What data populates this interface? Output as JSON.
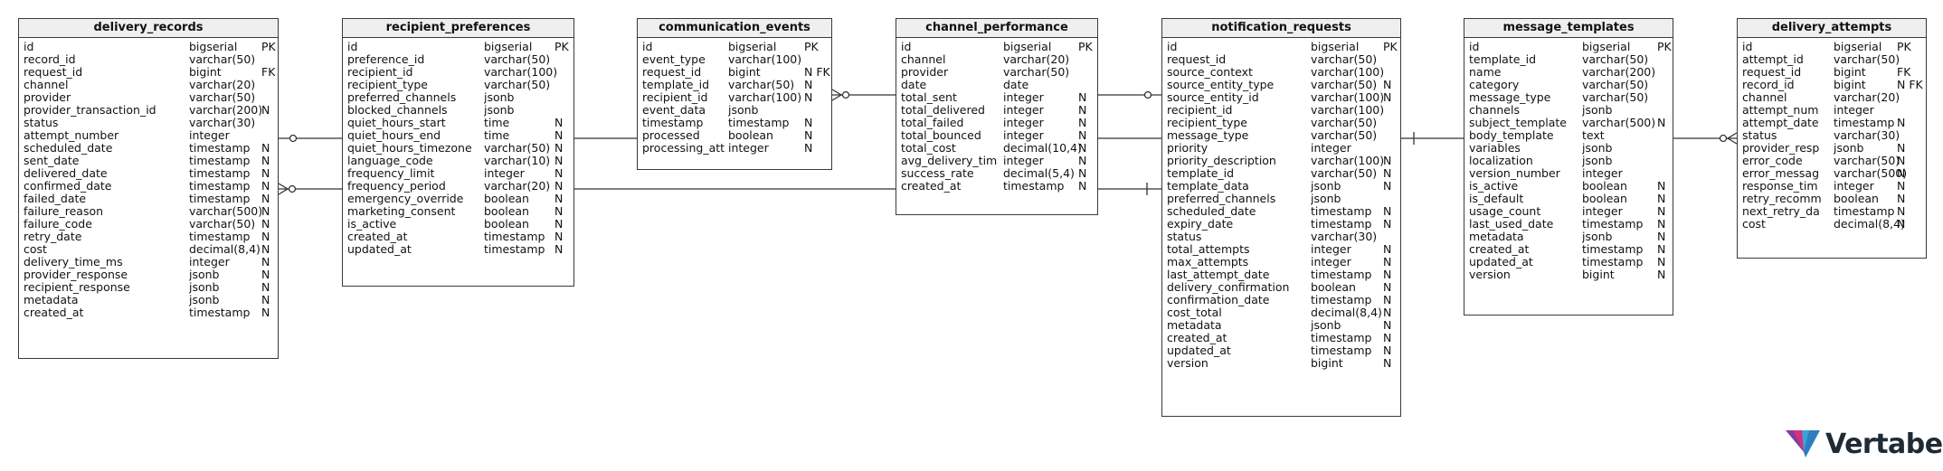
{
  "diagram": {
    "brand": "Vertabelo",
    "tables": [
      {
        "name": "delivery_records",
        "columns": [
          {
            "name": "id",
            "type": "bigserial",
            "flag": "PK"
          },
          {
            "name": "record_id",
            "type": "varchar(50)",
            "flag": ""
          },
          {
            "name": "request_id",
            "type": "bigint",
            "flag": "FK"
          },
          {
            "name": "channel",
            "type": "varchar(20)",
            "flag": ""
          },
          {
            "name": "provider",
            "type": "varchar(50)",
            "flag": ""
          },
          {
            "name": "provider_transaction_id",
            "type": "varchar(200)",
            "flag": "N"
          },
          {
            "name": "status",
            "type": "varchar(30)",
            "flag": ""
          },
          {
            "name": "attempt_number",
            "type": "integer",
            "flag": ""
          },
          {
            "name": "scheduled_date",
            "type": "timestamp",
            "flag": "N"
          },
          {
            "name": "sent_date",
            "type": "timestamp",
            "flag": "N"
          },
          {
            "name": "delivered_date",
            "type": "timestamp",
            "flag": "N"
          },
          {
            "name": "confirmed_date",
            "type": "timestamp",
            "flag": "N"
          },
          {
            "name": "failed_date",
            "type": "timestamp",
            "flag": "N"
          },
          {
            "name": "failure_reason",
            "type": "varchar(500)",
            "flag": "N"
          },
          {
            "name": "failure_code",
            "type": "varchar(50)",
            "flag": "N"
          },
          {
            "name": "retry_date",
            "type": "timestamp",
            "flag": "N"
          },
          {
            "name": "cost",
            "type": "decimal(8,4)",
            "flag": "N"
          },
          {
            "name": "delivery_time_ms",
            "type": "integer",
            "flag": "N"
          },
          {
            "name": "provider_response",
            "type": "jsonb",
            "flag": "N"
          },
          {
            "name": "recipient_response",
            "type": "jsonb",
            "flag": "N"
          },
          {
            "name": "metadata",
            "type": "jsonb",
            "flag": "N"
          },
          {
            "name": "created_at",
            "type": "timestamp",
            "flag": "N"
          }
        ]
      },
      {
        "name": "recipient_preferences",
        "columns": [
          {
            "name": "id",
            "type": "bigserial",
            "flag": "PK"
          },
          {
            "name": "preference_id",
            "type": "varchar(50)",
            "flag": ""
          },
          {
            "name": "recipient_id",
            "type": "varchar(100)",
            "flag": ""
          },
          {
            "name": "recipient_type",
            "type": "varchar(50)",
            "flag": ""
          },
          {
            "name": "preferred_channels",
            "type": "jsonb",
            "flag": ""
          },
          {
            "name": "blocked_channels",
            "type": "jsonb",
            "flag": ""
          },
          {
            "name": "quiet_hours_start",
            "type": "time",
            "flag": "N"
          },
          {
            "name": "quiet_hours_end",
            "type": "time",
            "flag": "N"
          },
          {
            "name": "quiet_hours_timezone",
            "type": "varchar(50)",
            "flag": "N"
          },
          {
            "name": "language_code",
            "type": "varchar(10)",
            "flag": "N"
          },
          {
            "name": "frequency_limit",
            "type": "integer",
            "flag": "N"
          },
          {
            "name": "frequency_period",
            "type": "varchar(20)",
            "flag": "N"
          },
          {
            "name": "emergency_override",
            "type": "boolean",
            "flag": "N"
          },
          {
            "name": "marketing_consent",
            "type": "boolean",
            "flag": "N"
          },
          {
            "name": "is_active",
            "type": "boolean",
            "flag": "N"
          },
          {
            "name": "created_at",
            "type": "timestamp",
            "flag": "N"
          },
          {
            "name": "updated_at",
            "type": "timestamp",
            "flag": "N"
          }
        ]
      },
      {
        "name": "communication_events",
        "columns": [
          {
            "name": "id",
            "type": "bigserial",
            "flag": "PK"
          },
          {
            "name": "event_type",
            "type": "varchar(100)",
            "flag": ""
          },
          {
            "name": "request_id",
            "type": "bigint",
            "flag": "N FK"
          },
          {
            "name": "template_id",
            "type": "varchar(50)",
            "flag": "N"
          },
          {
            "name": "recipient_id",
            "type": "varchar(100)",
            "flag": "N"
          },
          {
            "name": "event_data",
            "type": "jsonb",
            "flag": ""
          },
          {
            "name": "timestamp",
            "type": "timestamp",
            "flag": "N"
          },
          {
            "name": "processed",
            "type": "boolean",
            "flag": "N"
          },
          {
            "name": "processing_att",
            "type": "integer",
            "flag": "N"
          }
        ]
      },
      {
        "name": "channel_performance",
        "columns": [
          {
            "name": "id",
            "type": "bigserial",
            "flag": "PK"
          },
          {
            "name": "channel",
            "type": "varchar(20)",
            "flag": ""
          },
          {
            "name": "provider",
            "type": "varchar(50)",
            "flag": ""
          },
          {
            "name": "date",
            "type": "date",
            "flag": ""
          },
          {
            "name": "total_sent",
            "type": "integer",
            "flag": "N"
          },
          {
            "name": "total_delivered",
            "type": "integer",
            "flag": "N"
          },
          {
            "name": "total_failed",
            "type": "integer",
            "flag": "N"
          },
          {
            "name": "total_bounced",
            "type": "integer",
            "flag": "N"
          },
          {
            "name": "total_cost",
            "type": "decimal(10,4)",
            "flag": "N"
          },
          {
            "name": "avg_delivery_tim",
            "type": "integer",
            "flag": "N"
          },
          {
            "name": "success_rate",
            "type": "decimal(5,4)",
            "flag": "N"
          },
          {
            "name": "created_at",
            "type": "timestamp",
            "flag": "N"
          }
        ]
      },
      {
        "name": "notification_requests",
        "columns": [
          {
            "name": "id",
            "type": "bigserial",
            "flag": "PK"
          },
          {
            "name": "request_id",
            "type": "varchar(50)",
            "flag": ""
          },
          {
            "name": "source_context",
            "type": "varchar(100)",
            "flag": ""
          },
          {
            "name": "source_entity_type",
            "type": "varchar(50)",
            "flag": "N"
          },
          {
            "name": "source_entity_id",
            "type": "varchar(100)",
            "flag": "N"
          },
          {
            "name": "recipient_id",
            "type": "varchar(100)",
            "flag": ""
          },
          {
            "name": "recipient_type",
            "type": "varchar(50)",
            "flag": ""
          },
          {
            "name": "message_type",
            "type": "varchar(50)",
            "flag": ""
          },
          {
            "name": "priority",
            "type": "integer",
            "flag": ""
          },
          {
            "name": "priority_description",
            "type": "varchar(100)",
            "flag": "N"
          },
          {
            "name": "template_id",
            "type": "varchar(50)",
            "flag": "N"
          },
          {
            "name": "template_data",
            "type": "jsonb",
            "flag": "N"
          },
          {
            "name": "preferred_channels",
            "type": "jsonb",
            "flag": ""
          },
          {
            "name": "scheduled_date",
            "type": "timestamp",
            "flag": "N"
          },
          {
            "name": "expiry_date",
            "type": "timestamp",
            "flag": "N"
          },
          {
            "name": "status",
            "type": "varchar(30)",
            "flag": ""
          },
          {
            "name": "total_attempts",
            "type": "integer",
            "flag": "N"
          },
          {
            "name": "max_attempts",
            "type": "integer",
            "flag": "N"
          },
          {
            "name": "last_attempt_date",
            "type": "timestamp",
            "flag": "N"
          },
          {
            "name": "delivery_confirmation",
            "type": "boolean",
            "flag": "N"
          },
          {
            "name": "confirmation_date",
            "type": "timestamp",
            "flag": "N"
          },
          {
            "name": "cost_total",
            "type": "decimal(8,4)",
            "flag": "N"
          },
          {
            "name": "metadata",
            "type": "jsonb",
            "flag": "N"
          },
          {
            "name": "created_at",
            "type": "timestamp",
            "flag": "N"
          },
          {
            "name": "updated_at",
            "type": "timestamp",
            "flag": "N"
          },
          {
            "name": "version",
            "type": "bigint",
            "flag": "N"
          }
        ]
      },
      {
        "name": "message_templates",
        "columns": [
          {
            "name": "id",
            "type": "bigserial",
            "flag": "PK"
          },
          {
            "name": "template_id",
            "type": "varchar(50)",
            "flag": ""
          },
          {
            "name": "name",
            "type": "varchar(200)",
            "flag": ""
          },
          {
            "name": "category",
            "type": "varchar(50)",
            "flag": ""
          },
          {
            "name": "message_type",
            "type": "varchar(50)",
            "flag": ""
          },
          {
            "name": "channels",
            "type": "jsonb",
            "flag": ""
          },
          {
            "name": "subject_template",
            "type": "varchar(500)",
            "flag": "N"
          },
          {
            "name": "body_template",
            "type": "text",
            "flag": ""
          },
          {
            "name": "variables",
            "type": "jsonb",
            "flag": ""
          },
          {
            "name": "localization",
            "type": "jsonb",
            "flag": ""
          },
          {
            "name": "version_number",
            "type": "integer",
            "flag": ""
          },
          {
            "name": "is_active",
            "type": "boolean",
            "flag": "N"
          },
          {
            "name": "is_default",
            "type": "boolean",
            "flag": "N"
          },
          {
            "name": "usage_count",
            "type": "integer",
            "flag": "N"
          },
          {
            "name": "last_used_date",
            "type": "timestamp",
            "flag": "N"
          },
          {
            "name": "metadata",
            "type": "jsonb",
            "flag": "N"
          },
          {
            "name": "created_at",
            "type": "timestamp",
            "flag": "N"
          },
          {
            "name": "updated_at",
            "type": "timestamp",
            "flag": "N"
          },
          {
            "name": "version",
            "type": "bigint",
            "flag": "N"
          }
        ]
      },
      {
        "name": "delivery_attempts",
        "columns": [
          {
            "name": "id",
            "type": "bigserial",
            "flag": "PK"
          },
          {
            "name": "attempt_id",
            "type": "varchar(50)",
            "flag": ""
          },
          {
            "name": "request_id",
            "type": "bigint",
            "flag": "FK"
          },
          {
            "name": "record_id",
            "type": "bigint",
            "flag": "N FK"
          },
          {
            "name": "channel",
            "type": "varchar(20)",
            "flag": ""
          },
          {
            "name": "attempt_num",
            "type": "integer",
            "flag": ""
          },
          {
            "name": "attempt_date",
            "type": "timestamp",
            "flag": "N"
          },
          {
            "name": "status",
            "type": "varchar(30)",
            "flag": ""
          },
          {
            "name": "provider_resp",
            "type": "jsonb",
            "flag": "N"
          },
          {
            "name": "error_code",
            "type": "varchar(50)",
            "flag": "N"
          },
          {
            "name": "error_messag",
            "type": "varchar(500)",
            "flag": "N"
          },
          {
            "name": "response_tim",
            "type": "integer",
            "flag": "N"
          },
          {
            "name": "retry_recomm",
            "type": "boolean",
            "flag": "N"
          },
          {
            "name": "next_retry_da",
            "type": "timestamp",
            "flag": "N"
          },
          {
            "name": "cost",
            "type": "decimal(8,4)",
            "flag": "N"
          }
        ]
      }
    ]
  }
}
